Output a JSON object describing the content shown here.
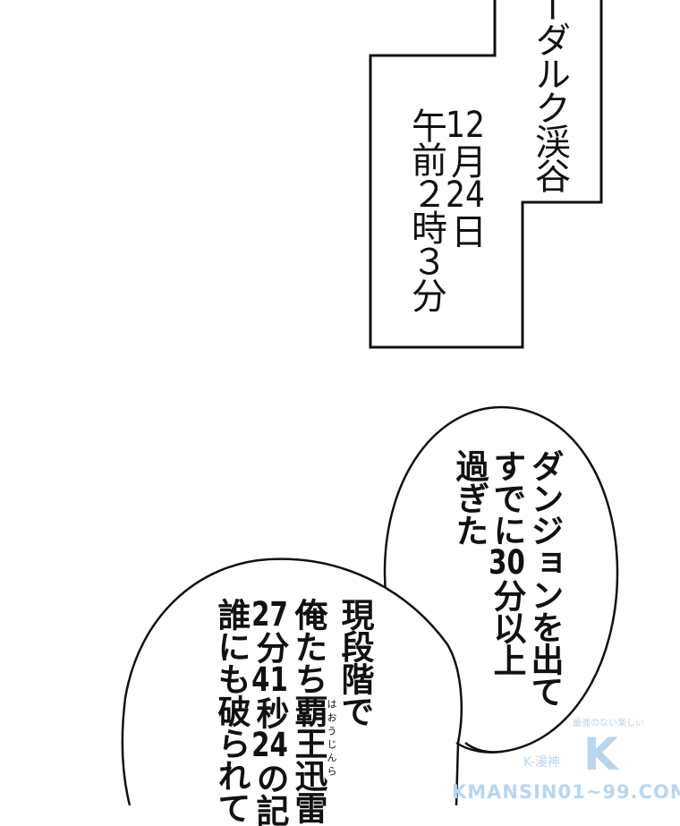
{
  "caption_box": {
    "location_line": "ーダルク渓谷",
    "date_line": "12月24日",
    "time_line": "午前２時３分"
  },
  "bubble_upper": {
    "lines": [
      "ダンジョンを出て",
      "すでに30分以上",
      "過ぎた"
    ]
  },
  "bubble_lower": {
    "lines": [
      "現段階で",
      "俺たち覇王迅雷",
      "27分41秒24の記",
      "誰にも破られて"
    ],
    "furigana": "はおうじんら"
  },
  "watermark": {
    "tagline": "最強のない楽しい",
    "logo_letter": "K",
    "brand": "K-漫神",
    "site": "KMANSIN01~99.COM",
    "color": "#b9d6ee"
  }
}
